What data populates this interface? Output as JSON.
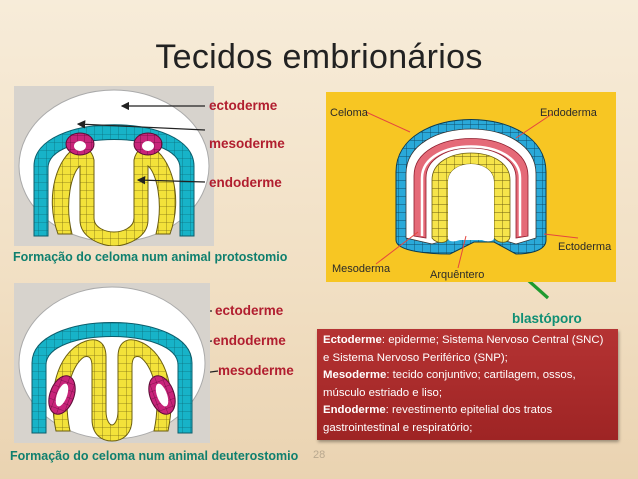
{
  "title": "Tecidos embrionários",
  "page_number": "28",
  "top_diagram": {
    "labels": [
      "ectoderme",
      "mesoderme",
      "endoderme"
    ],
    "caption": "Formação do celoma num animal protostomio"
  },
  "bottom_diagram": {
    "labels": [
      "ectoderme",
      "endoderme",
      "mesoderme"
    ],
    "caption": "Formação do celoma  num animal deuterostomio"
  },
  "right_diagram": {
    "labels": {
      "celoma": "Celoma",
      "endoderma": "Endoderma",
      "ectoderma": "Ectoderma",
      "mesoderma": "Mesoderma",
      "arquentero": "Arquêntero"
    },
    "blastoporo": "blastóporo"
  },
  "callout": [
    {
      "term": "Ectoderme",
      "text": ": epiderme; Sistema Nervoso Central (SNC) e Sistema Nervoso Periférico (SNP);"
    },
    {
      "term": "Mesoderme",
      "text": ": tecido conjuntivo; cartilagem, ossos, músculo estriado e liso;"
    },
    {
      "term": "Endoderme",
      "text": ": revestimento epitelial dos tratos gastrointestinal e respiratório;"
    }
  ],
  "colors": {
    "ectoderm": "#17b3c8",
    "mesoderm_top": "#c8247a",
    "endoderm": "#f3e23a",
    "label_red": "#b11e2f",
    "caption_green": "#0f7f6e",
    "arrow_green": "#1f9a2e",
    "right_bg": "#f7c623"
  }
}
